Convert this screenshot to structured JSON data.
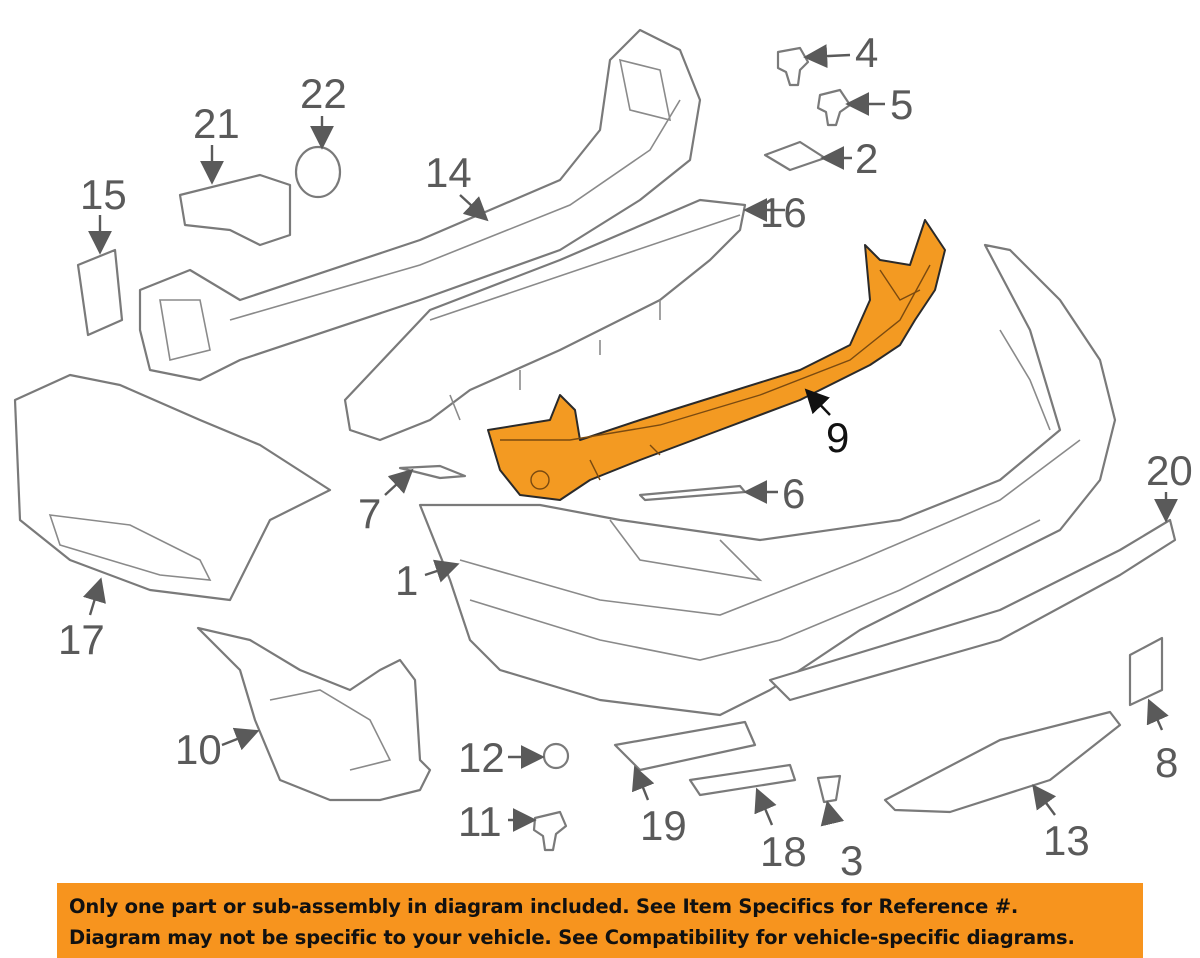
{
  "diagram": {
    "highlight_color": "#f39a22",
    "highlighted_part": "9",
    "callouts": [
      "1",
      "2",
      "3",
      "4",
      "5",
      "6",
      "7",
      "8",
      "9",
      "10",
      "11",
      "12",
      "13",
      "14",
      "15",
      "16",
      "17",
      "18",
      "19",
      "20",
      "21",
      "22"
    ]
  },
  "banner": {
    "line1": "Only one part or sub-assembly in diagram included. See Item Specifics for Reference #.",
    "line2": "Diagram may not be specific to your vehicle. See Compatibility for vehicle-specific diagrams.",
    "color": "#f7941e"
  }
}
